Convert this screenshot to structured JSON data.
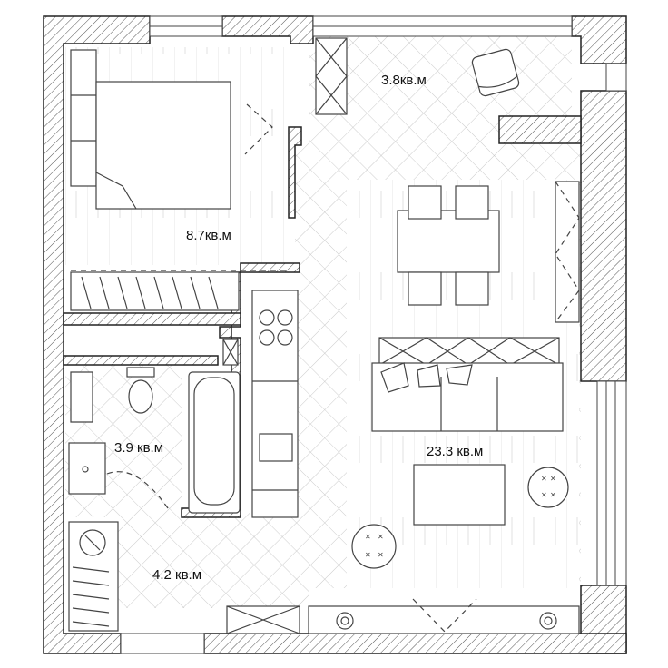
{
  "plan": {
    "rooms": [
      {
        "id": "bedroom",
        "area": "8.7кв.м"
      },
      {
        "id": "balcony",
        "area": "3.8кв.м"
      },
      {
        "id": "bathroom",
        "area": "3.9 кв.м"
      },
      {
        "id": "living",
        "area": "23.3 кв.м"
      },
      {
        "id": "hallway",
        "area": "4.2 кв.м"
      }
    ]
  },
  "colors": {
    "wall_outline": "#222222",
    "wall_hatch": "#555555",
    "line": "#444444",
    "floor_pattern": "#bbbbbb",
    "background": "#ffffff"
  }
}
